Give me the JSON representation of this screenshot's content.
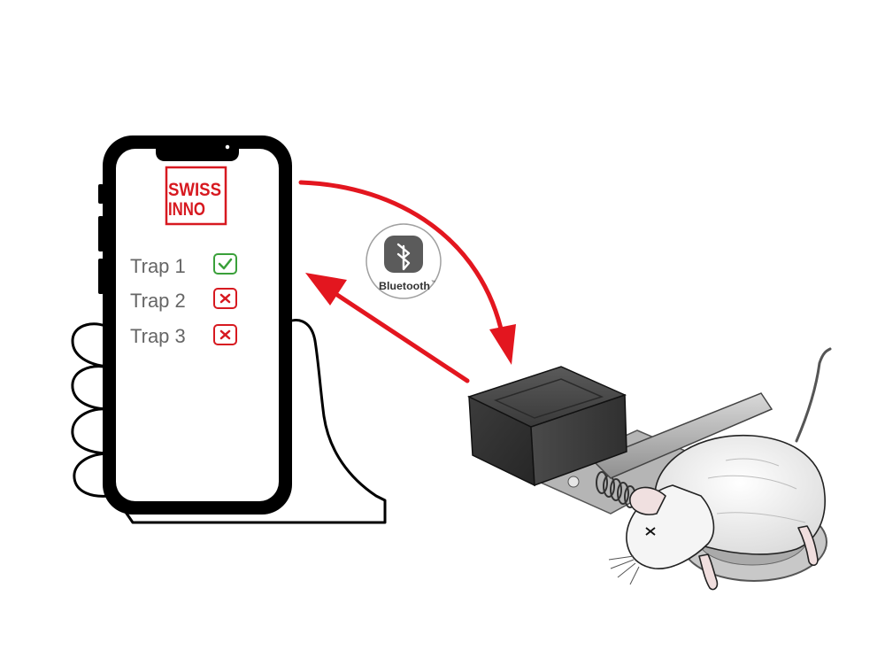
{
  "logo": {
    "line1": "SWISS",
    "line2": "INNO",
    "color": "#d71920"
  },
  "traps": [
    {
      "label": "Trap 1",
      "status": "ok",
      "icon": "check-icon"
    },
    {
      "label": "Trap 2",
      "status": "error",
      "icon": "cross-icon"
    },
    {
      "label": "Trap 3",
      "status": "error",
      "icon": "cross-icon"
    }
  ],
  "bluetooth": {
    "label": "Bluetooth",
    "trademark": "™",
    "icon": "bluetooth-icon"
  },
  "colors": {
    "accent": "#e3161f",
    "ok": "#3aa03a",
    "error": "#d71920",
    "trap_label": "#666666"
  }
}
